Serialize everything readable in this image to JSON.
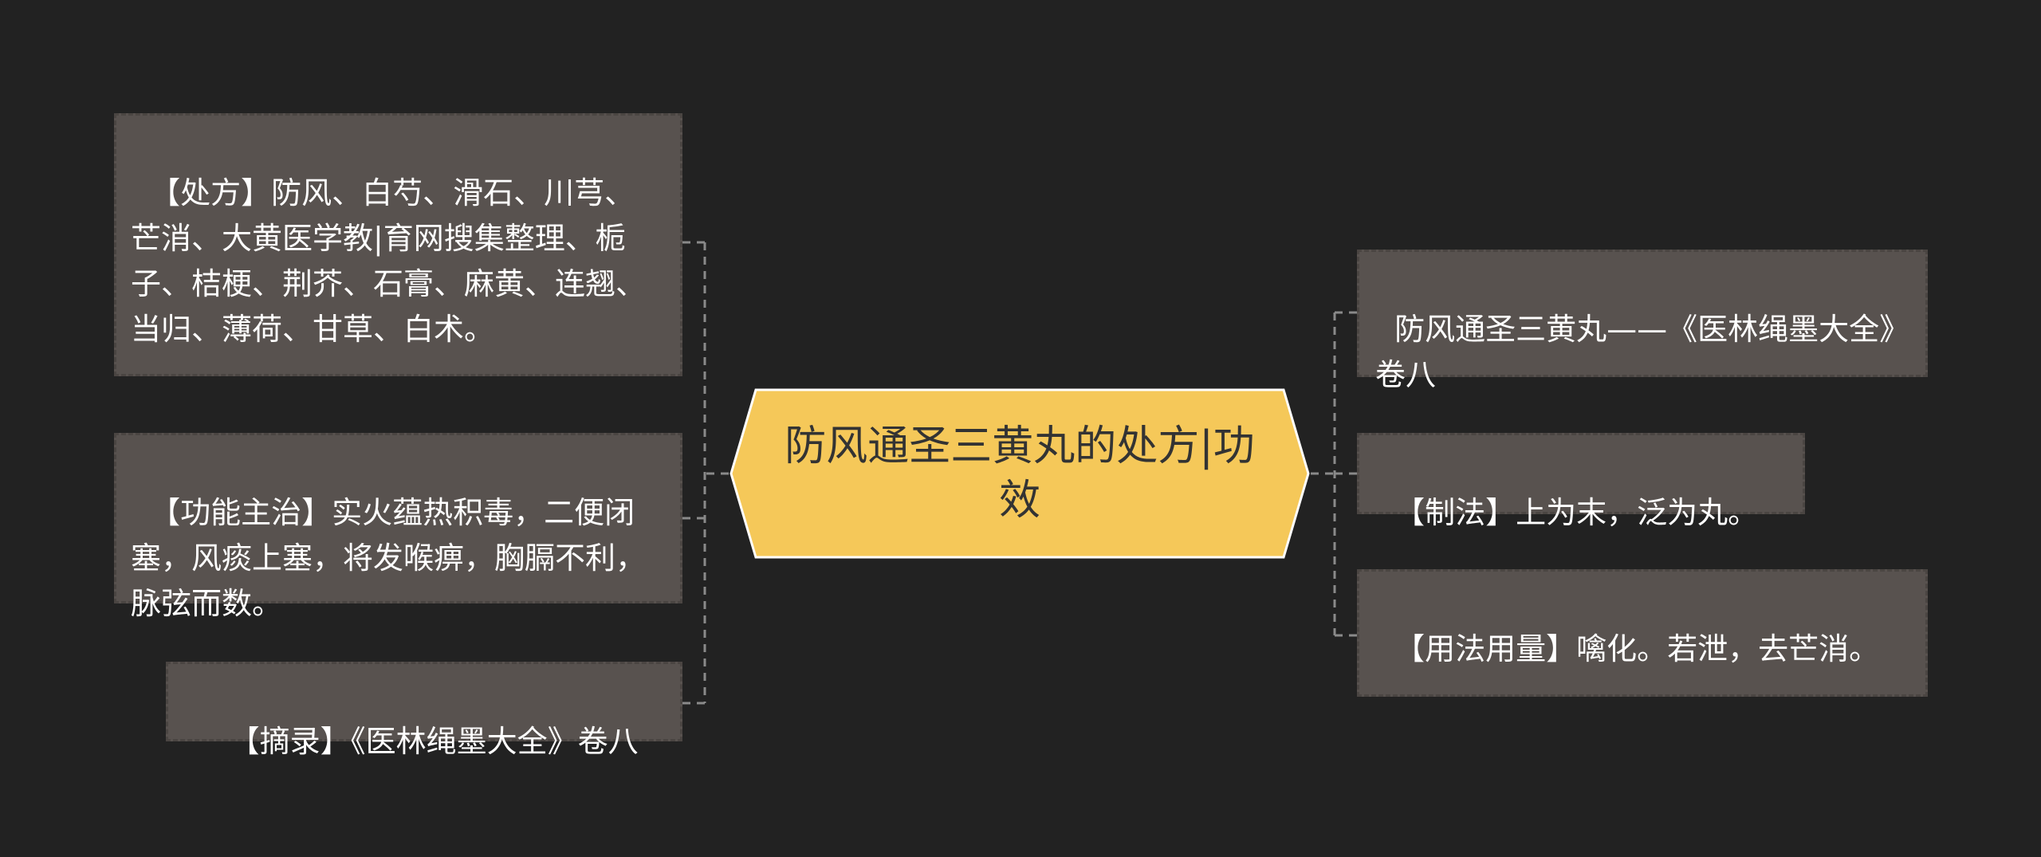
{
  "colors": {
    "background": "#222222",
    "node_fill": "#58524f",
    "node_border": "#4a4542",
    "center_fill": "#f5c859",
    "center_border": "#ffffff",
    "connector": "#8a8a8a",
    "node_text": "#ffffff",
    "center_text": "#333333"
  },
  "center": {
    "title": "防风通圣三黄丸的处方|功效"
  },
  "left_nodes": [
    {
      "text": "【处方】防风、白芍、滑石、川芎、芒消、大黄医学教|育网搜集整理、栀子、桔梗、荆芥、石膏、麻黄、连翘、当归、薄荷、甘草、白术。"
    },
    {
      "text": "【功能主治】实火蕴热积毒，二便闭塞，风痰上塞，将发喉痹，胸膈不利，脉弦而数。"
    },
    {
      "text": "【摘录】《医林绳墨大全》卷八"
    }
  ],
  "right_nodes": [
    {
      "text": "防风通圣三黄丸——《医林绳墨大全》卷八"
    },
    {
      "text": "【制法】上为末，泛为丸。"
    },
    {
      "text": "【用法用量】噙化。若泄，去芒消。"
    }
  ]
}
